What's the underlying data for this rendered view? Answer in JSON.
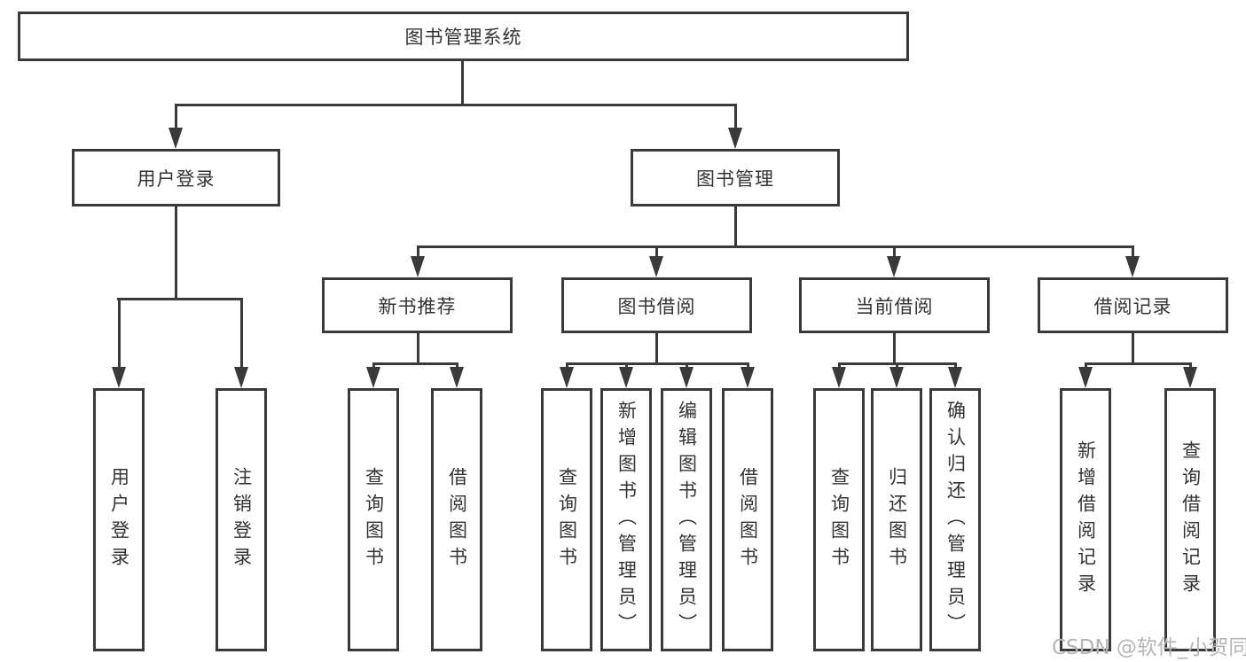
{
  "title": "图书管理系统",
  "level2": {
    "user_login": "用户登录",
    "book_management": "图书管理"
  },
  "level3": {
    "new_book": "新书推荐",
    "borrow": "图书借阅",
    "current": "当前借阅",
    "record": "借阅记录"
  },
  "leaves": {
    "user_login": [
      "用户登录",
      "注销登录"
    ],
    "new_book": [
      "查询图书",
      "借阅图书"
    ],
    "borrow": [
      "查询图书",
      "新增图书（管理员）",
      "编辑图书（管理员）",
      "借阅图书"
    ],
    "current": [
      "查询图书",
      "归还图书",
      "确认归还（管理员）"
    ],
    "record": [
      "新增借阅记录",
      "查询借阅记录"
    ]
  },
  "watermark": "CSDN @软件_小贺同学",
  "colors": {
    "line": "#3a3a3a",
    "text": "#333333",
    "background": "#ffffff",
    "watermark": "#b5b5b5"
  }
}
